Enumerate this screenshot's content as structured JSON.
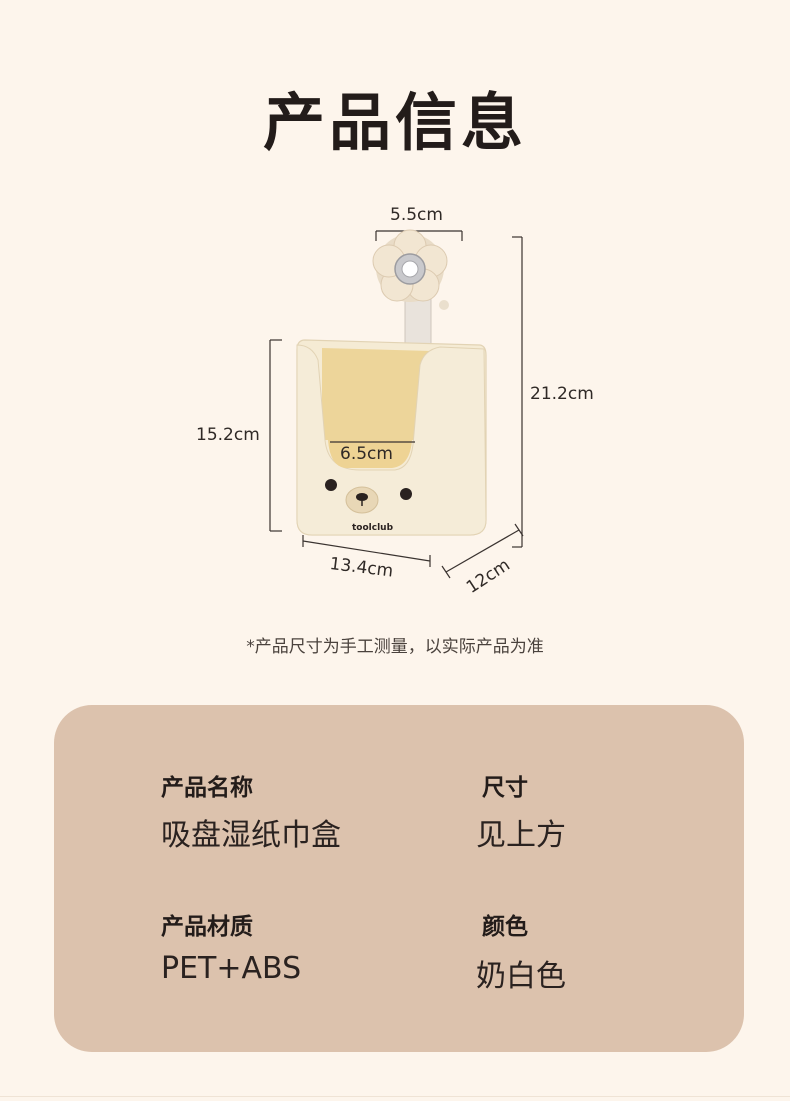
{
  "header": {
    "title": "产品信息"
  },
  "dimensions": {
    "top_width": "5.5cm",
    "total_height": "21.2cm",
    "box_height": "15.2cm",
    "inner_width": "6.5cm",
    "front_width": "13.4cm",
    "depth": "12cm"
  },
  "product_image": {
    "brand_text": "toolclub"
  },
  "note": "*产品尺寸为手工测量，以实际产品为准",
  "info": {
    "name_label": "产品名称",
    "name_value": "吸盘湿纸巾盒",
    "size_label": "尺寸",
    "size_value": "见上方",
    "material_label": "产品材质",
    "material_value": "PET+ABS",
    "color_label": "颜色",
    "color_value": "奶白色"
  },
  "colors": {
    "background": "#fdf5ec",
    "card": "#dcc2ad",
    "box_body": "#f3e6c8",
    "box_inner": "#f0d48c"
  }
}
